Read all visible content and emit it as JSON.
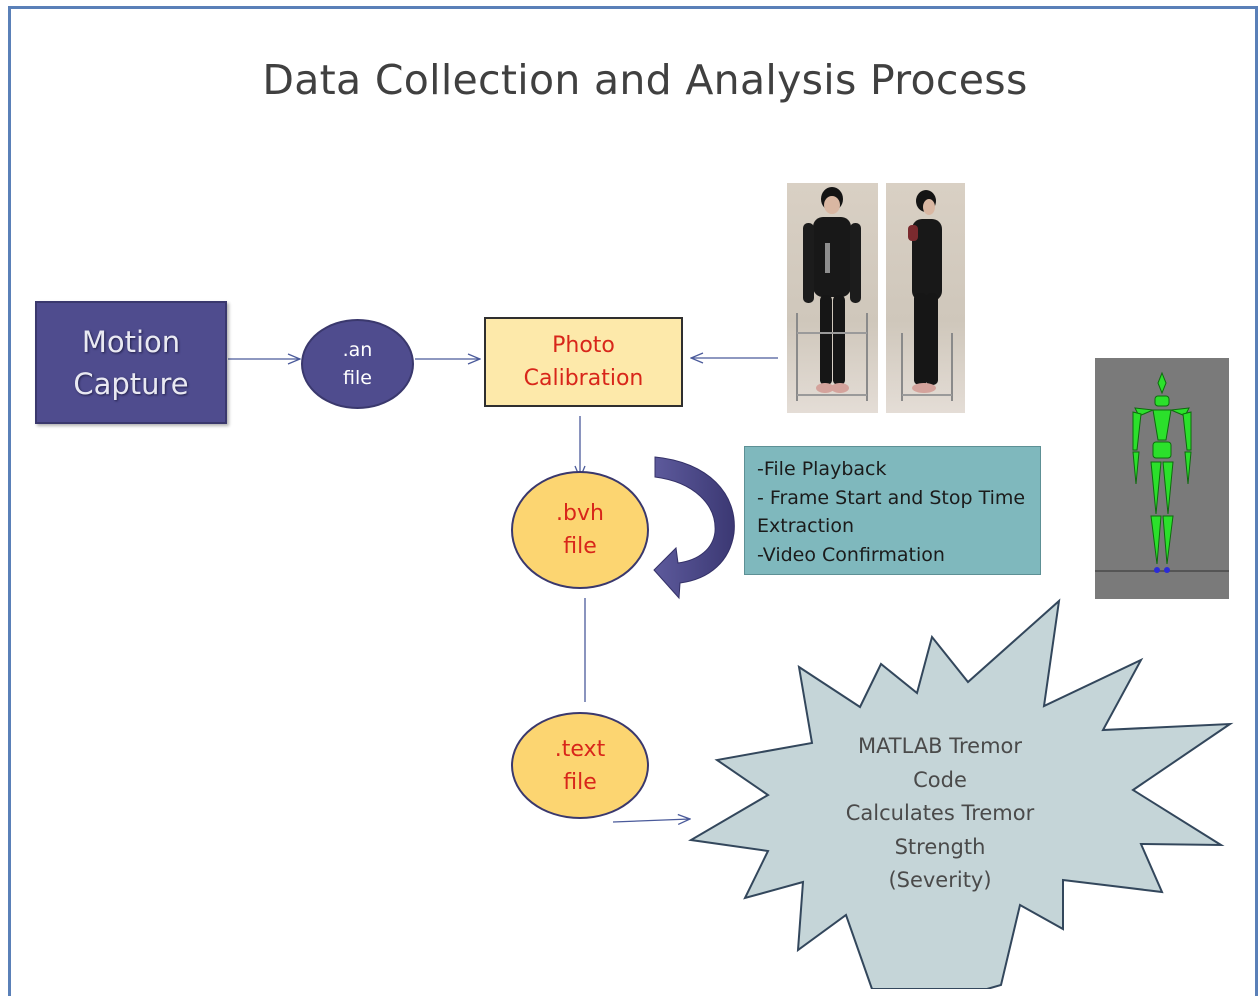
{
  "title": "Data Collection and Analysis Process",
  "nodes": {
    "motion_capture": [
      "Motion",
      "Capture"
    ],
    "an_file": [
      ".an",
      "file"
    ],
    "photo_calibration": [
      "Photo",
      "Calibration"
    ],
    "bvh_file": [
      ".bvh",
      "file"
    ],
    "text_file": [
      ".text",
      "file"
    ],
    "playback_steps": [
      "-File Playback",
      "- Frame Start and Stop Time",
      "Extraction",
      "-Video Confirmation"
    ],
    "matlab": [
      "MATLAB Tremor",
      "Code",
      "Calculates Tremor",
      "Strength",
      "(Severity)"
    ]
  },
  "colors": {
    "border": "#5a80b8",
    "dark_purple": "#4f4c8e",
    "light_yellow": "#fde9aa",
    "yellow": "#fcd571",
    "red_text": "#d8261a",
    "teal": "#7fb8bd",
    "starburst": "#c5d5d8",
    "skeleton_green": "#22e322"
  }
}
